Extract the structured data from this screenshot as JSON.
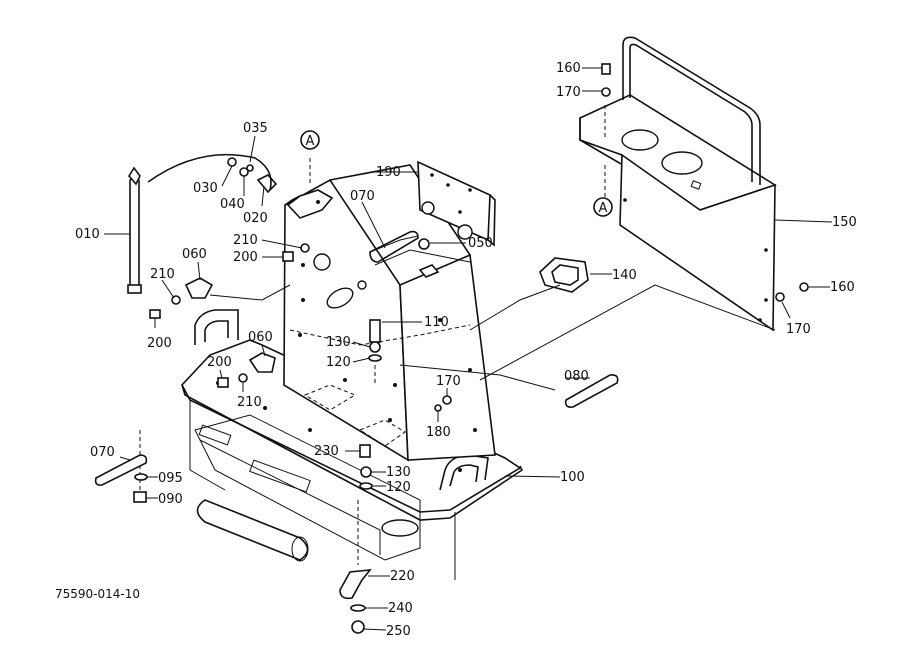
{
  "figure_id": "75590-014-10",
  "reference_marks": [
    {
      "id": "ref-a-top",
      "letter": "A"
    },
    {
      "id": "ref-a-right",
      "letter": "A"
    }
  ],
  "callouts": [
    {
      "id": "c010",
      "text": "010"
    },
    {
      "id": "c035",
      "text": "035"
    },
    {
      "id": "c030",
      "text": "030"
    },
    {
      "id": "c040",
      "text": "040"
    },
    {
      "id": "c020",
      "text": "020"
    },
    {
      "id": "c190",
      "text": "190"
    },
    {
      "id": "c070a",
      "text": "070"
    },
    {
      "id": "c050",
      "text": "050"
    },
    {
      "id": "c210a",
      "text": "210"
    },
    {
      "id": "c200a",
      "text": "200"
    },
    {
      "id": "c060a",
      "text": "060"
    },
    {
      "id": "c210b",
      "text": "210"
    },
    {
      "id": "c200b",
      "text": "200"
    },
    {
      "id": "c110",
      "text": "110"
    },
    {
      "id": "c060b",
      "text": "060"
    },
    {
      "id": "c130a",
      "text": "130"
    },
    {
      "id": "c120a",
      "text": "120"
    },
    {
      "id": "c200c",
      "text": "200"
    },
    {
      "id": "c210c",
      "text": "210"
    },
    {
      "id": "c170a",
      "text": "170"
    },
    {
      "id": "c180",
      "text": "180"
    },
    {
      "id": "c080",
      "text": "080"
    },
    {
      "id": "c140",
      "text": "140"
    },
    {
      "id": "c160a",
      "text": "160"
    },
    {
      "id": "c170b",
      "text": "170"
    },
    {
      "id": "c150",
      "text": "150"
    },
    {
      "id": "c160b",
      "text": "160"
    },
    {
      "id": "c170c",
      "text": "170"
    },
    {
      "id": "c230",
      "text": "230"
    },
    {
      "id": "c130b",
      "text": "130"
    },
    {
      "id": "c120b",
      "text": "120"
    },
    {
      "id": "c100",
      "text": "100"
    },
    {
      "id": "c070b",
      "text": "070"
    },
    {
      "id": "c095",
      "text": "095"
    },
    {
      "id": "c090",
      "text": "090"
    },
    {
      "id": "c220",
      "text": "220"
    },
    {
      "id": "c240",
      "text": "240"
    },
    {
      "id": "c250",
      "text": "250"
    }
  ]
}
